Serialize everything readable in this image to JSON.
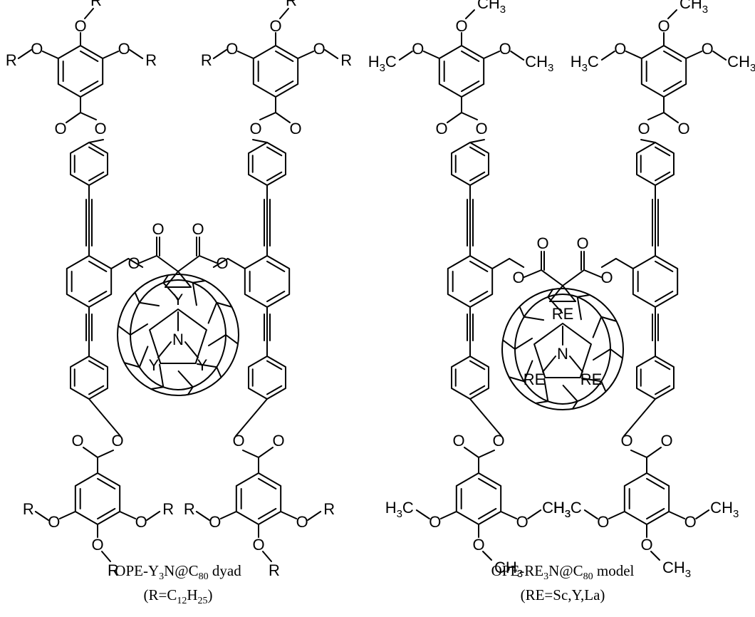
{
  "left": {
    "caption": {
      "a": "OPE-Y",
      "b": "3",
      "c": "N@C",
      "d": "80",
      "e": " dyad"
    },
    "note": {
      "a": "(R=C",
      "b": "12",
      "c": "H",
      "d": "25",
      "e": ")"
    },
    "cage": {
      "metal": "Y",
      "n": "N"
    },
    "alkoxy": {
      "o": "O",
      "r": "R"
    },
    "ester_o": "O"
  },
  "right": {
    "caption": {
      "a": "OPE-RE",
      "b": "3",
      "c": "N@C",
      "d": "80",
      "e": " model"
    },
    "note": "(RE=Sc,Y,La)",
    "cage": {
      "metal": "RE",
      "n": "N"
    },
    "methoxy": {
      "o": "O",
      "h": "H",
      "c": "C",
      "three": "3"
    },
    "ester_o": "O"
  }
}
